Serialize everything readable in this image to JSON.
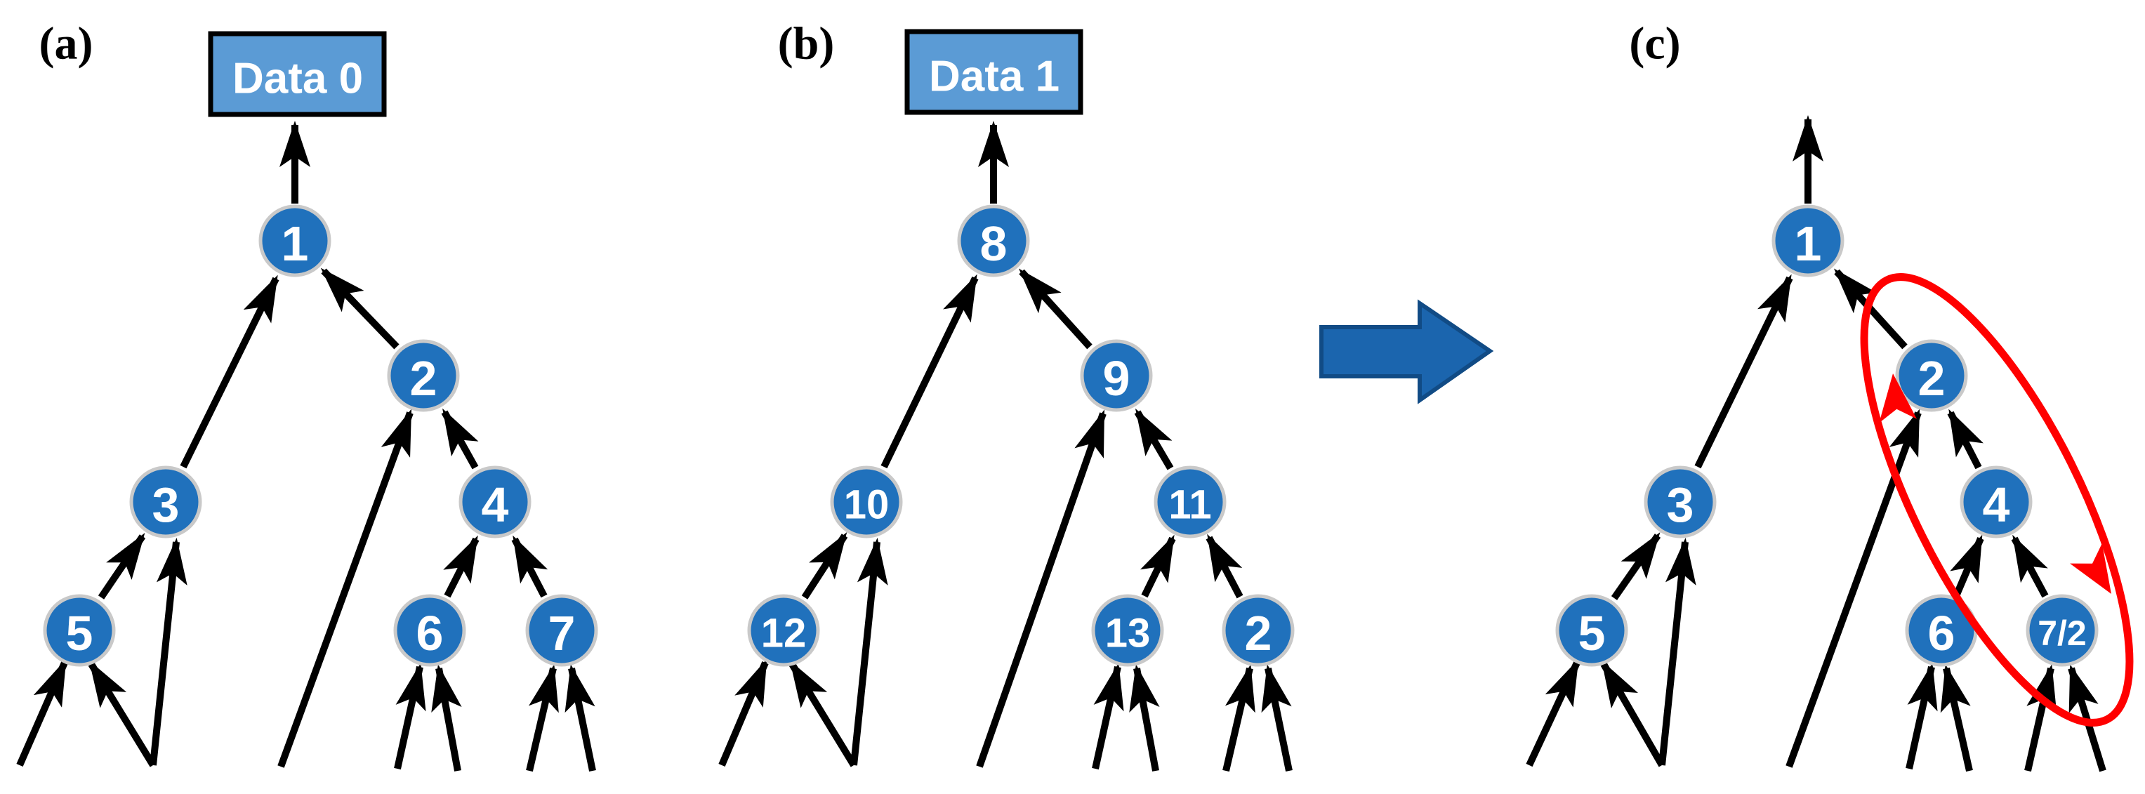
{
  "panels": [
    {
      "label": "(a)",
      "data_box_label": "Data 0",
      "nodes": [
        "1",
        "2",
        "3",
        "4",
        "5",
        "6",
        "7"
      ]
    },
    {
      "label": "(b)",
      "data_box_label": "Data 1",
      "nodes": [
        "8",
        "9",
        "10",
        "11",
        "12",
        "13",
        "2"
      ]
    },
    {
      "label": "(c)",
      "nodes": [
        "1",
        "2",
        "3",
        "4",
        "5",
        "6",
        "7/2"
      ]
    }
  ],
  "colors": {
    "node_fill": "#2071BC",
    "node_ring": "#C9C9C9",
    "data_box_fill": "#5B9BD5",
    "data_box_border": "#000000",
    "edge_color": "#000000",
    "merge_arrow_fill": "#1B65AE",
    "merge_arrow_border": "#114B85",
    "highlight_ellipse": "#FF0000"
  }
}
